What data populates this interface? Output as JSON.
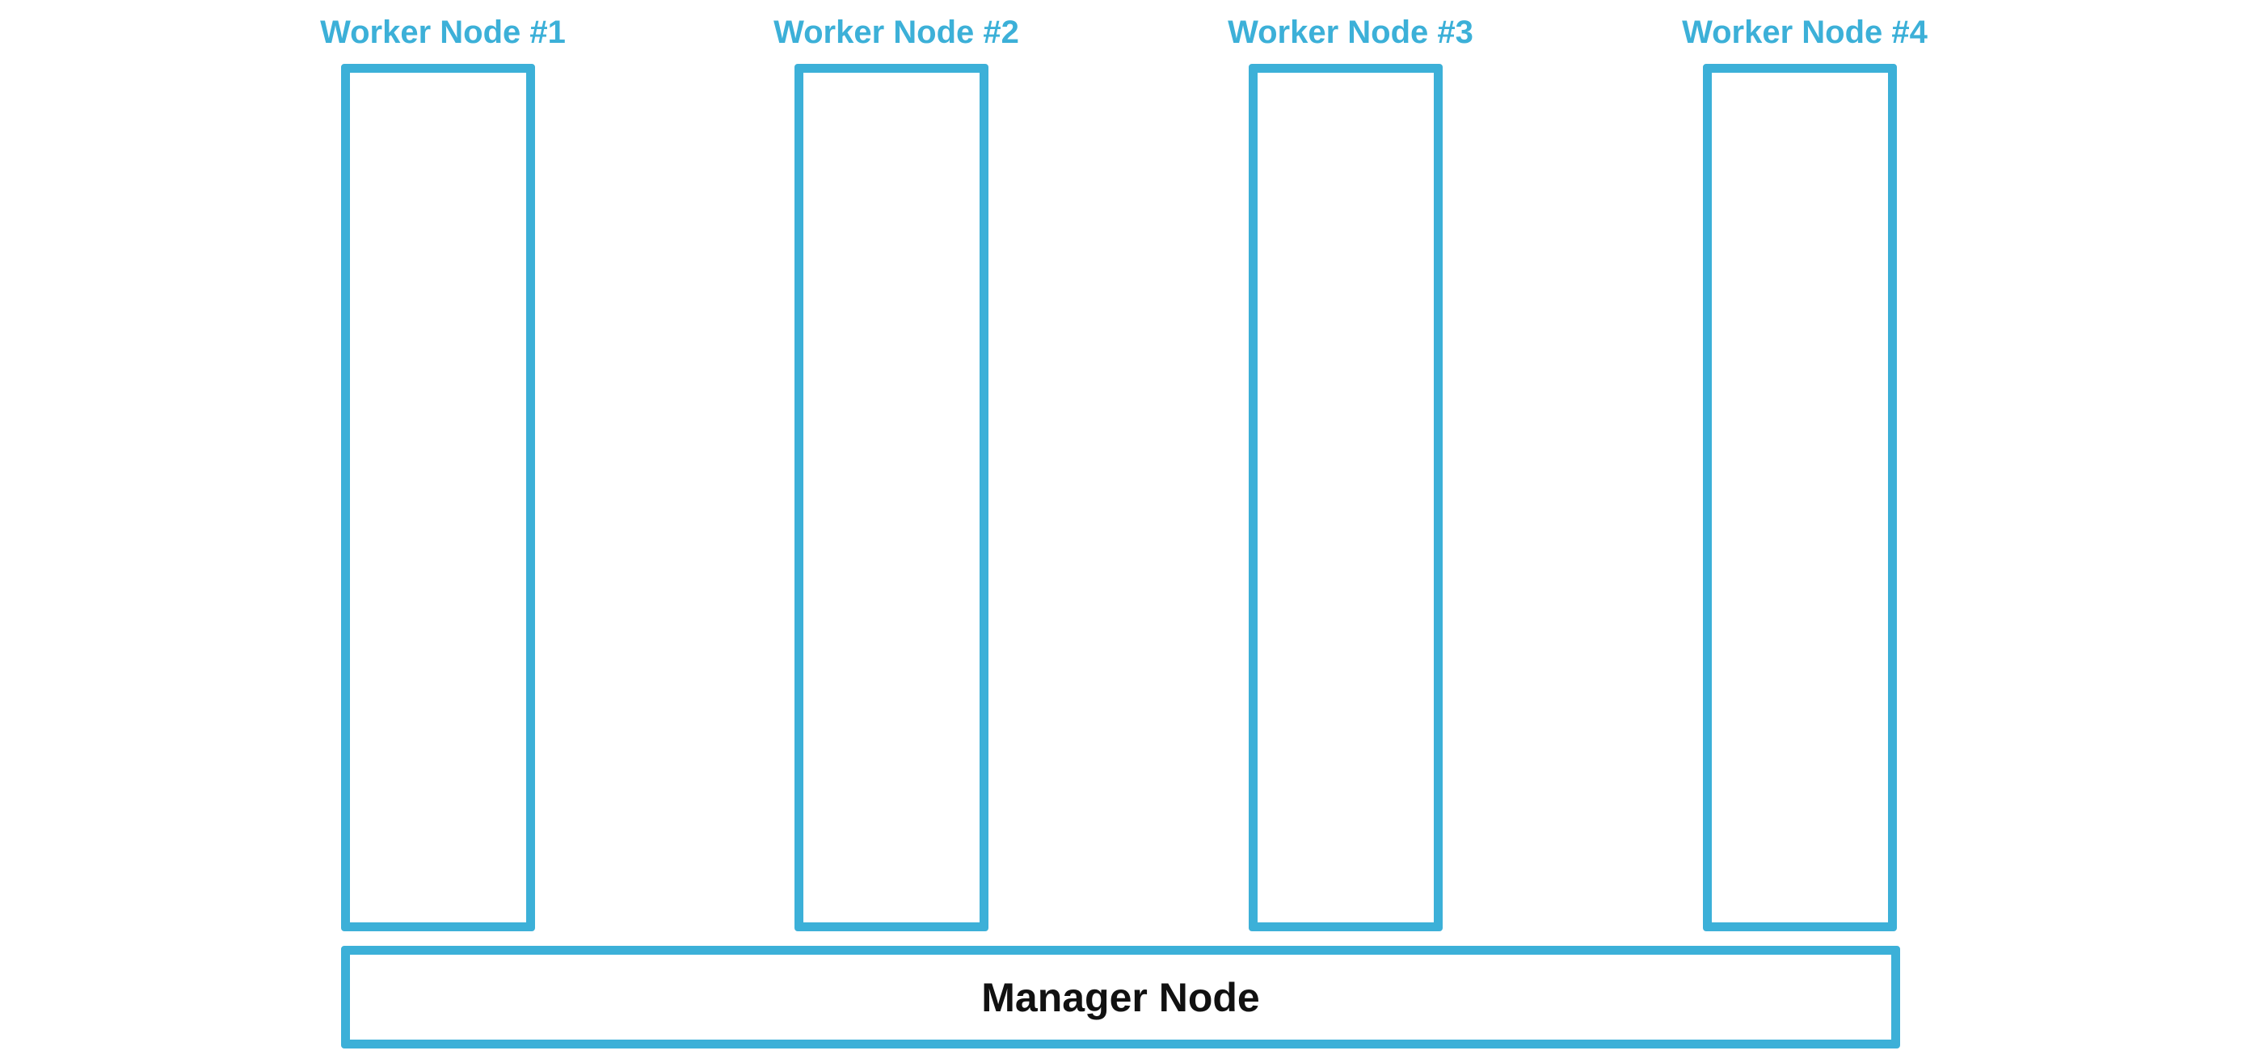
{
  "diagram": {
    "workers": [
      {
        "label": "Worker Node #1"
      },
      {
        "label": "Worker Node  #2"
      },
      {
        "label": "Worker Node  #3"
      },
      {
        "label": "Worker Node  #4"
      }
    ],
    "manager": {
      "label": "Manager Node"
    }
  },
  "colors": {
    "accent": "#3cb0d8",
    "manager_text": "#111111",
    "background": "#ffffff"
  }
}
